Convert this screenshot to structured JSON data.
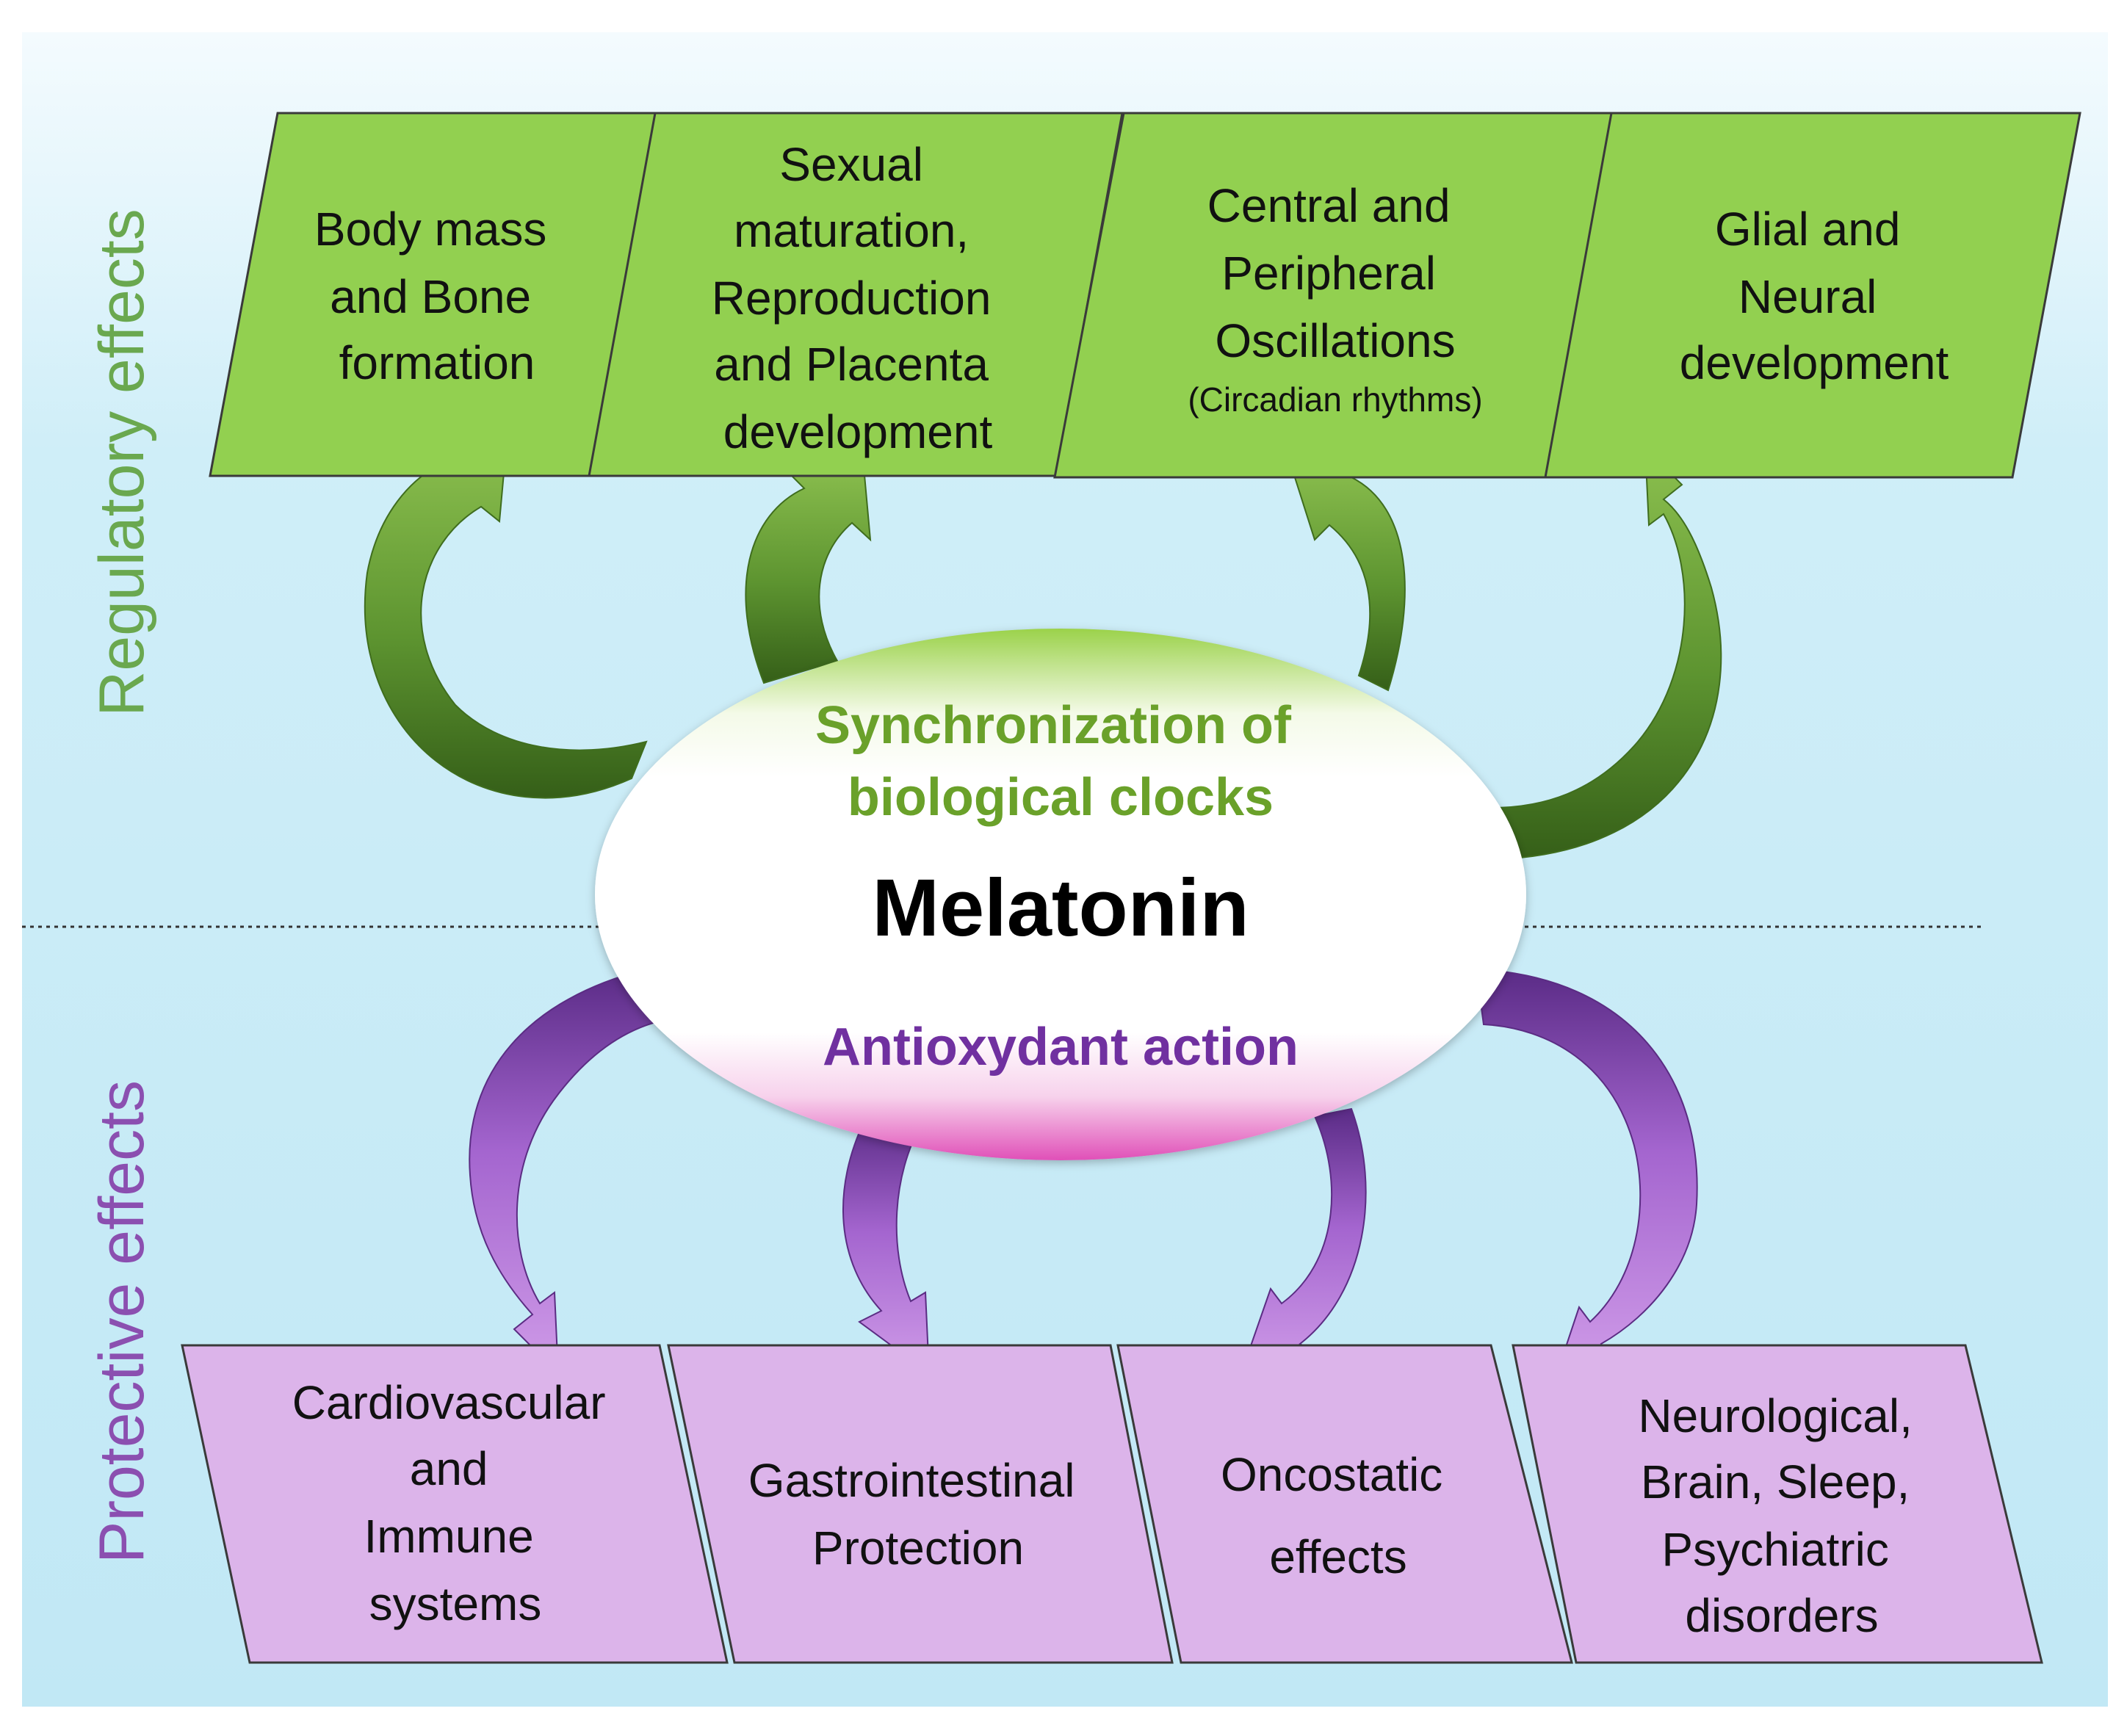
{
  "colors": {
    "background_top": "#f3fafd",
    "background_bottom": "#bfe7f5",
    "regulatory_green": "#6aa84f",
    "box_green": "#92d050",
    "arrow_green_light": "#7cb342",
    "arrow_green_dark": "#3f6d1e",
    "protective_purple": "#8b4fb0",
    "box_purple": "#dcb4ea",
    "arrow_purple_light": "#c78fe0",
    "arrow_purple_dark": "#5b2c83",
    "center_green_text": "#6aa12a",
    "center_purple_text": "#7030a0",
    "center_pink": "#e040b0"
  },
  "side_labels": {
    "regulatory": "Regulatory effects",
    "protective": "Protective effects"
  },
  "center": {
    "synchronization_line1": "Synchronization of",
    "synchronization_line2": "biological clocks",
    "title": "Melatonin",
    "antioxidant": "Antioxydant action"
  },
  "regulatory_boxes": [
    {
      "lines": [
        "Body mass",
        "and Bone",
        "formation"
      ]
    },
    {
      "lines": [
        "Sexual",
        "maturation,",
        "Reproduction",
        "and Placenta",
        "development"
      ]
    },
    {
      "lines": [
        "Central and",
        "Peripheral",
        "Oscillations"
      ],
      "note": "(Circadian rhythms)"
    },
    {
      "lines": [
        "Glial and",
        "Neural",
        "development"
      ]
    }
  ],
  "protective_boxes": [
    {
      "lines": [
        "Cardiovascular",
        "and",
        "Immune",
        "systems"
      ]
    },
    {
      "lines": [
        "Gastrointestinal",
        "Protection"
      ]
    },
    {
      "lines": [
        "Oncostatic",
        "effects"
      ]
    },
    {
      "lines": [
        "Neurological,",
        "Brain, Sleep,",
        "Psychiatric",
        "disorders"
      ]
    }
  ]
}
